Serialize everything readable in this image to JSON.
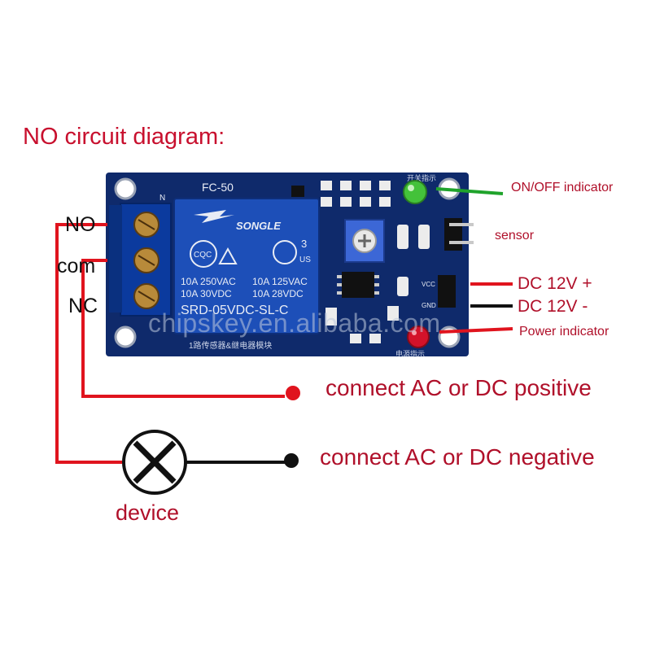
{
  "title": "NO circuit diagram:",
  "board": {
    "model": "FC-50",
    "relay": {
      "brand": "SONGLE",
      "rating_1": "10A 250VAC",
      "rating_2": "10A 125VAC",
      "rating_3": "10A 30VDC",
      "rating_4": "10A 28VDC",
      "part_number": "SRD-05VDC-SL-C",
      "cqc_mark": "CQC",
      "ul_mark": "3",
      "us_mark": "US"
    },
    "pin_vcc": "VCC",
    "pin_gnd": "GND",
    "pin_n": "N",
    "chinese_label": "1路传感器&继电器模块",
    "top_chinese_label": "开关指示",
    "bottom_chinese_label": "电源指示",
    "colors": {
      "pcb": "#0f2a6b",
      "relay": "#1d4fb8",
      "terminal": "#0b3a9e",
      "led_green": "#44c23a",
      "led_red": "#d3122a"
    }
  },
  "terminals": {
    "no": "NO",
    "com": "com",
    "nc": "NC"
  },
  "labels": {
    "onoff": "ON/OFF indicator",
    "sensor": "sensor",
    "dc_plus": "DC 12V +",
    "dc_minus": "DC 12V -",
    "power": "Power indicator",
    "connect_positive": "connect AC or DC positive",
    "connect_negative": "connect AC or DC negative",
    "device": "device"
  },
  "watermark": "chipskey.en.alibaba.com",
  "colors": {
    "label_red": "#b0102a",
    "wire_red": "#e0141e",
    "wire_green": "#1fa32b",
    "wire_black": "#111111"
  }
}
